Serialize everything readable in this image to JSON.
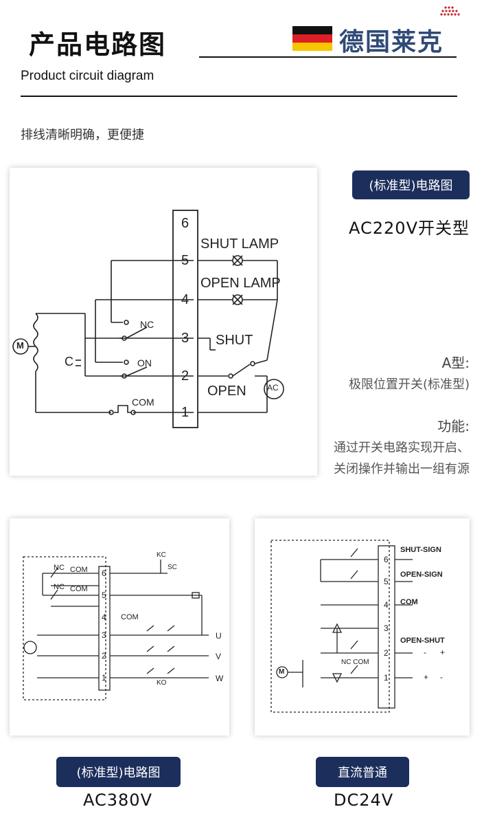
{
  "header": {
    "title": "产品电路图",
    "brand_name": "德国莱克",
    "subtitle": "Product circuit diagram",
    "flag_colors": [
      "#111111",
      "#dd1f26",
      "#f7c600"
    ],
    "logo_color": "#c9242b"
  },
  "description": "排线清晰明确，更便捷",
  "section1": {
    "badge": "(标准型)电路图",
    "voltage": "AC220V开关型",
    "type_heading": "A型:",
    "type_text": "极限位置开关(标准型)",
    "function_heading": "功能:",
    "function_line1": "通过开关电路实现开启、",
    "function_line2": "关闭操作并输出一组有源",
    "diagram": {
      "terminals": [
        "6",
        "5",
        "4",
        "3",
        "2",
        "1"
      ],
      "shut_lamp": "SHUT LAMP",
      "open_lamp": "OPEN LAMP",
      "nc": "NC",
      "on": "ON",
      "com": "COM",
      "shut": "SHUT",
      "open": "OPEN",
      "motor": "M",
      "capacitor": "C",
      "ac": "AC"
    }
  },
  "section2": {
    "badge": "(标准型)电路图",
    "voltage": "AC380V",
    "diagram": {
      "terminals": [
        "6",
        "5",
        "4",
        "3",
        "2",
        "1"
      ],
      "nc1": "NC",
      "com1": "COM",
      "nc2": "NC",
      "com2": "COM",
      "com3": "COM",
      "kc": "KC",
      "ko": "KO",
      "sc": "SC",
      "u": "U",
      "v": "V",
      "w": "W"
    }
  },
  "section3": {
    "badge": "直流普通",
    "voltage": "DC24V",
    "diagram": {
      "terminals": [
        "6",
        "5",
        "4",
        "3",
        "2",
        "1"
      ],
      "shut_sign": "SHUT-SIGN",
      "open_sign": "OPEN-SIGN",
      "com": "COM",
      "open_shut": "OPEN-SHUT",
      "nc_com": "NC COM",
      "motor": "M",
      "minus": "-",
      "plus": "+"
    }
  }
}
